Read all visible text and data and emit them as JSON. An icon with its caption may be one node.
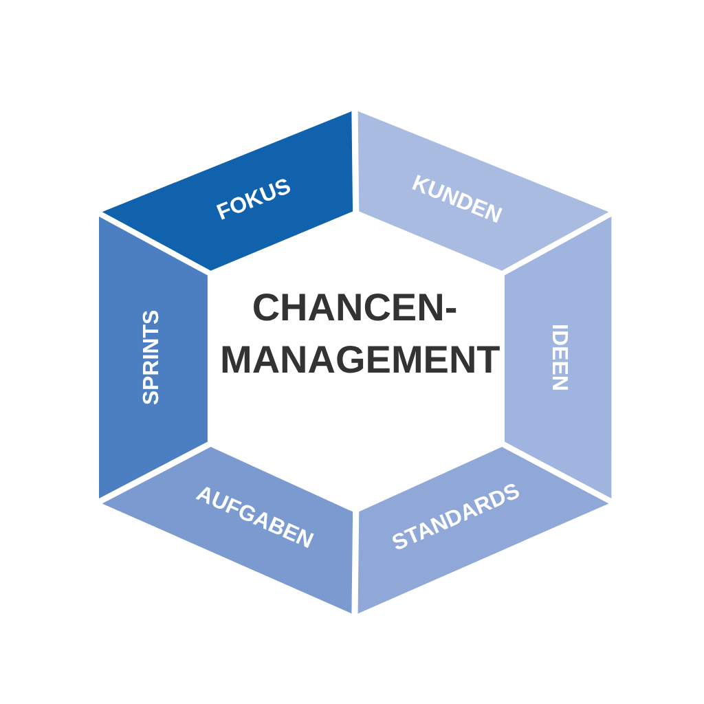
{
  "diagram": {
    "nodes": [
      {
        "text": [
          "FOKUS"
        ]
      },
      {
        "text": [
          "KUNDEN"
        ]
      },
      {
        "text": [
          "IDEEN"
        ]
      },
      {
        "text": [
          "STANDARDS"
        ]
      },
      {
        "text": [
          "AUFGABEN"
        ]
      },
      {
        "text": [
          "SPRINTS"
        ]
      }
    ],
    "labels": [
      "CHANCEN- MANAGEMENT"
    ]
  }
}
